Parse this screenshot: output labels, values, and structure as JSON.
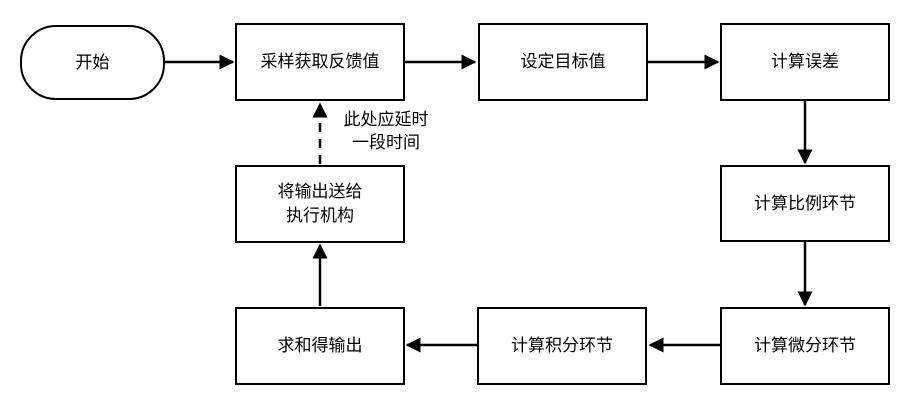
{
  "nodes": {
    "start": "开始",
    "sample": "采样获取反馈值",
    "setpoint": "设定目标值",
    "error": "计算误差",
    "proportional": "计算比例环节",
    "derivative": "计算微分环节",
    "integral": "计算积分环节",
    "sum": "求和得输出",
    "actuator": "将输出送给\n执行机构"
  },
  "note": "此处应延时\n一段时间"
}
